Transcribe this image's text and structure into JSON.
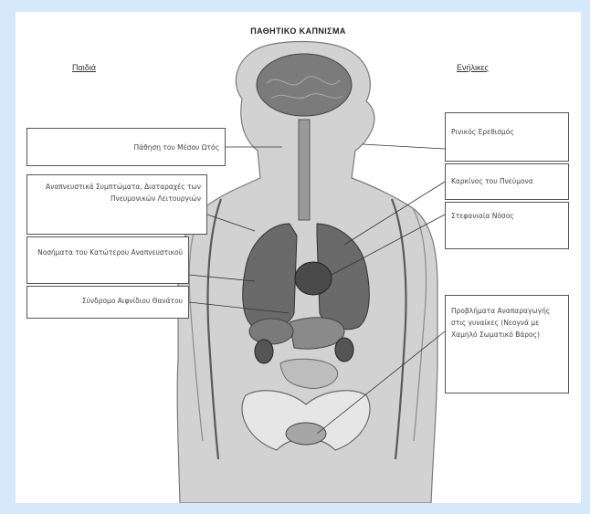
{
  "title": "ΠΑΘΗΤΙΚΟ ΚΑΠΝΙΣΜΑ",
  "columns": {
    "left": "Παιδιά",
    "right": "Ενήλικες"
  },
  "children_effects": [
    "Πάθηση του Μέσου Ωτός",
    "Αναπνευστικά Συμπτώματα, Διαταραχές των Πνευμονικών Λειτουργιών",
    "Νοσήματα του Κατώτερου Αναπνευστικού",
    "Σύνδρομο Αιφνίδιου Θανάτου"
  ],
  "adult_effects": [
    "Ρινικός Ερεθισμός",
    "Καρκίνος του Πνεύμονα",
    "Στεφανιαία Νόσος",
    "Προβλήματα Αναπαραγωγής στις γυναίκες (Νεογνά με Χαμηλό Σωματικό Βάρος)"
  ],
  "colors": {
    "frame": "#d6e9fb",
    "organ": "#6e6e6e",
    "body": "#d9d9d9",
    "bone": "#e6e6e6"
  },
  "icons": [
    "human-body-illustration",
    "brain-icon",
    "lungs-icon",
    "heart-icon",
    "stomach-icon",
    "kidneys-icon",
    "pelvis-icon"
  ]
}
